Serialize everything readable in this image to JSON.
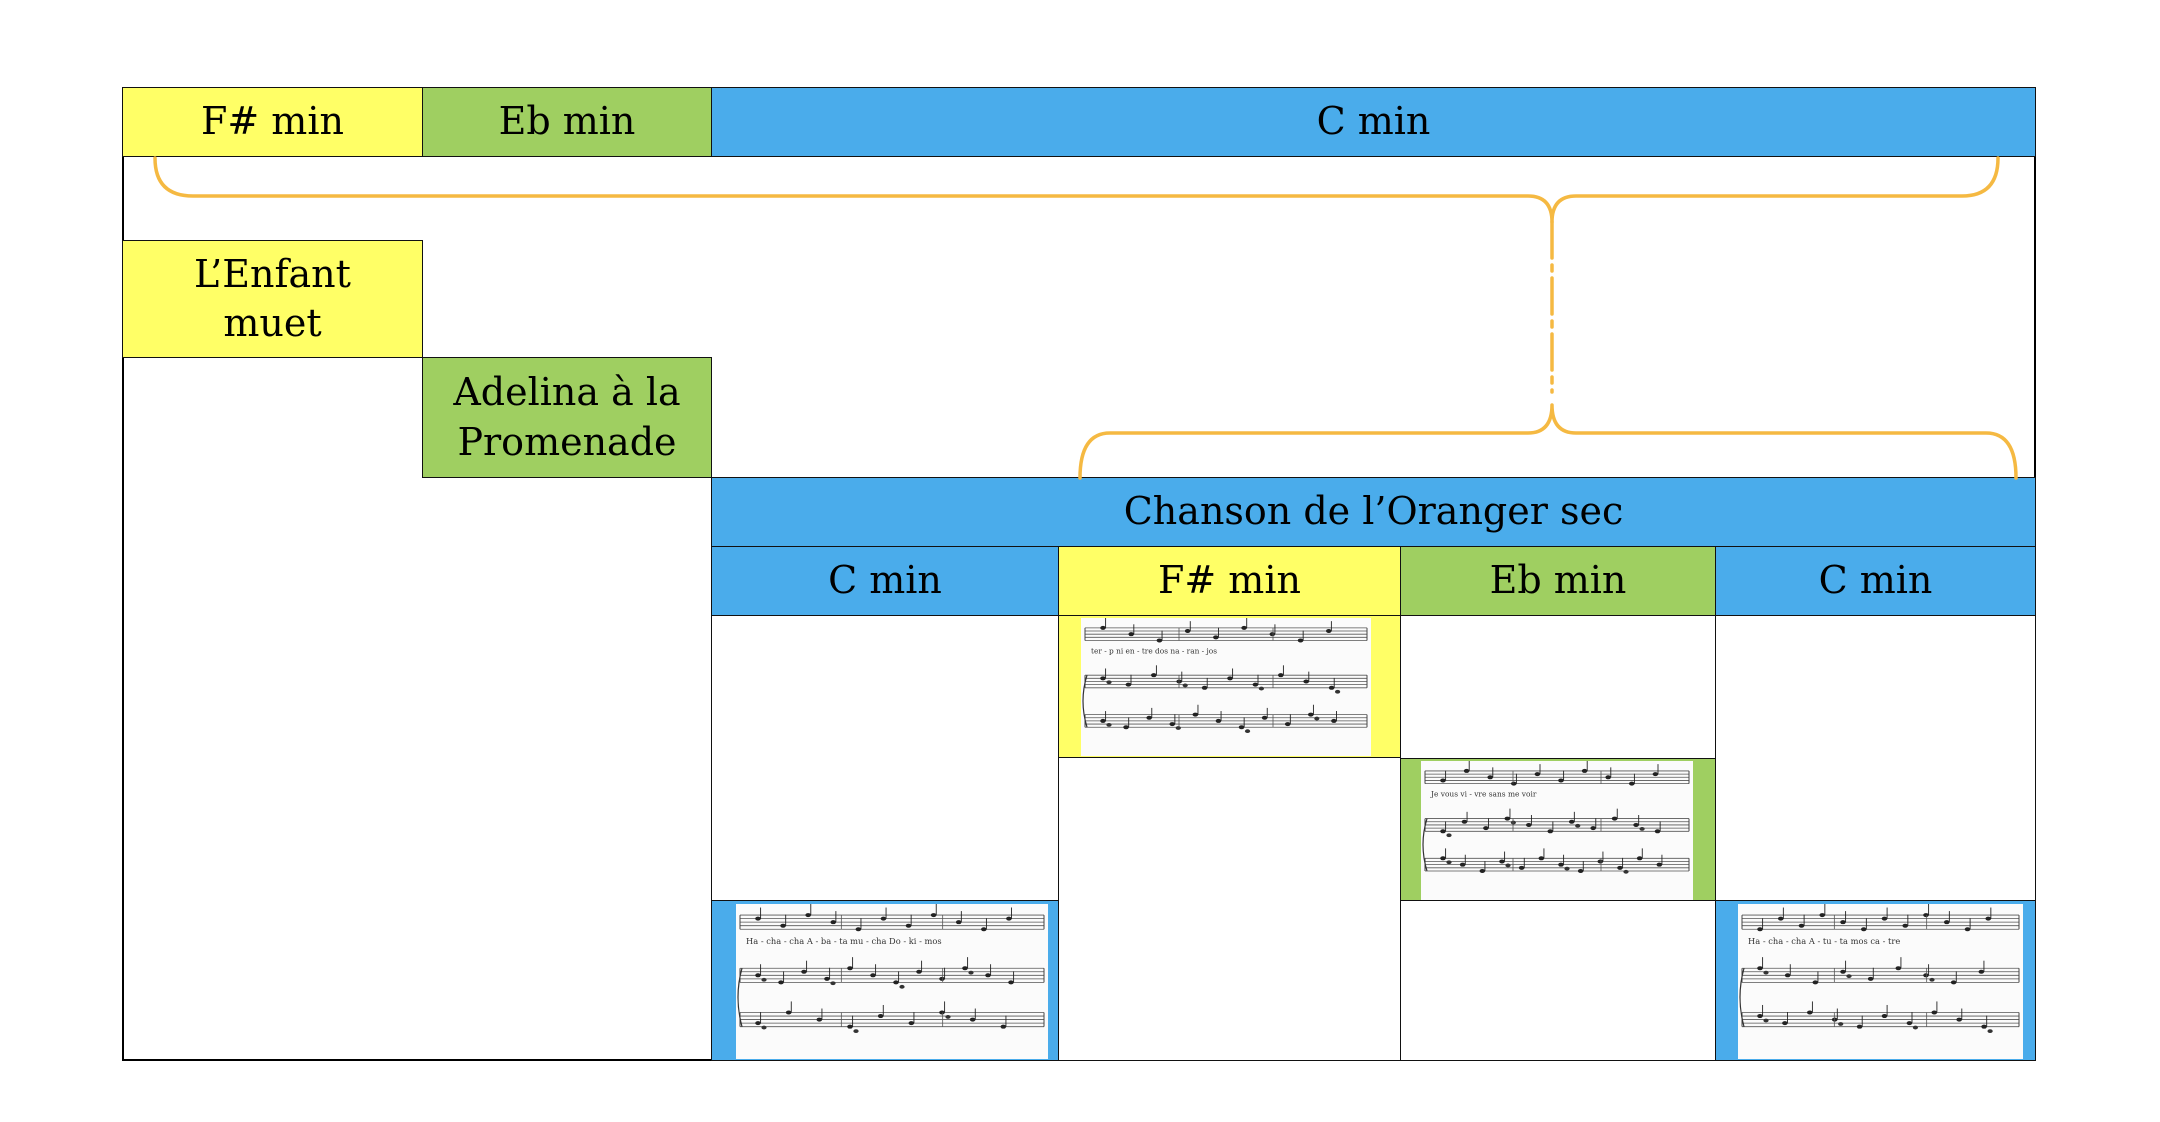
{
  "colors": {
    "yellow": "#ffff66",
    "green": "#9fcf61",
    "blue": "#4aaceb",
    "orange": "#f5b942",
    "border": "#111111"
  },
  "top_row": [
    "F# min",
    "Eb min",
    "C min"
  ],
  "songs": {
    "enfant": "L’Enfant muet",
    "adelina": "Adelina à la Promenade",
    "chanson": "Chanson de l’Oranger sec"
  },
  "sections": [
    "C min",
    "F# min",
    "Eb min",
    "C min"
  ],
  "score_excerpts": [
    {
      "section": "F# min",
      "lyrics": "ter - p   ni   en - tre  dos  na - ran - jos"
    },
    {
      "section": "Eb min",
      "lyrics": "Je  vous  vi - vre  sans  me  voir"
    },
    {
      "section": "C min",
      "lyrics": "Ha - cha - cha   A - ba - ta   mu - cha   Do - ki - mos"
    },
    {
      "section": "C min",
      "lyrics": "Ha - cha - cha   A - tu - ta   mos   ca - tre"
    }
  ]
}
